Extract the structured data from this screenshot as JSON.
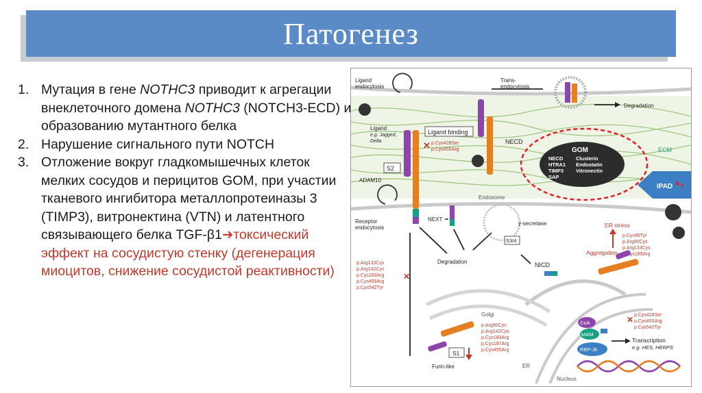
{
  "slide": {
    "title": "Патогенез",
    "items": [
      {
        "num": "1.",
        "parts": [
          "Мутация в гене ",
          "NOTHC3",
          " приводит к агрегации внеклеточного домена ",
          "NOTHC3",
          " (NOTCH3-ECD) и образованию мутантного белка"
        ]
      },
      {
        "num": "2.",
        "text": "Нарушение сигнального пути NOTCH"
      },
      {
        "num": "3.",
        "text_black": "Отложение вокруг гладкомышечных клеток мелких сосудов и перицитов GOM, при участии тканевого ингибитора металлопротеиназы 3 (TIMP3), витронектина (VTN) и латентного связывающего белка TGF-β1",
        "arrow": "➔",
        "text_red": "токсический эффект на сосудистую стенку (дегенерация миоцитов, снижение сосудистой реактивности)"
      }
    ]
  },
  "figure": {
    "ligand_endocytosis": [
      "Ligand",
      "endocytosis"
    ],
    "ligand": [
      "Ligand",
      "e.g. Jagged,",
      "Delta"
    ],
    "ligand_binding": "Ligand binding",
    "s2": "S2",
    "adam10": "ADAM10",
    "mut_top": [
      "p.Cys428Ser",
      "p.Cys455Arg"
    ],
    "trans_endocytosis": [
      "Trans-",
      "endocytosis"
    ],
    "degradation_top": "Degradation",
    "necd": "NECD",
    "ecm": "ECM",
    "gom_title": "GOM",
    "gom_left": [
      "NECD",
      "HTRA1",
      "TIMP3",
      "SAP"
    ],
    "gom_right": [
      "Clusterin",
      "Endostatin",
      "Vitronectin"
    ],
    "ipad": "IPAD",
    "endosome": "Endosome",
    "next": "NEXT",
    "receptor_endocytosis": [
      "Receptor",
      "endocytosis"
    ],
    "gamma_secretase": "γ-secretase",
    "s34": "S3/4",
    "degradation_mid": "Degradation",
    "er_stress": "ER stress",
    "aggregation": "Aggregation",
    "mut_right": [
      "p.Cys49Tyr",
      "p.Arg90Cys",
      "p.Arg133Cys",
      "p.Cys185Arg"
    ],
    "nicd": "NICD",
    "mut_left": [
      "p.Arg133Cys",
      "p.Arg142Cys",
      "p.Cys183Arg",
      "p.Cys455Arg",
      "p.Cys542Tyr"
    ],
    "golgi": "Golgi",
    "mut_golgi": [
      "p.Arg90Cys",
      "p.Arg142Cys",
      "p.Cys183Arg",
      "p.Cys187Arg",
      "p.Cys455Arg"
    ],
    "s1": "S1",
    "furin_like": "Furin-like",
    "er": "ER",
    "nucleus": "Nucleus",
    "coa": "CoA",
    "mam": "MAM",
    "rbp": "RBP-Jk",
    "transcription": "Transcription",
    "transcription_eg": "e.g. HES, HERPS",
    "mut_nucleus": [
      "p.Cys428Ser",
      "p.Cys455Arg",
      "p.Cys542Tyr"
    ],
    "x_mark": "✕",
    "question": "?"
  }
}
